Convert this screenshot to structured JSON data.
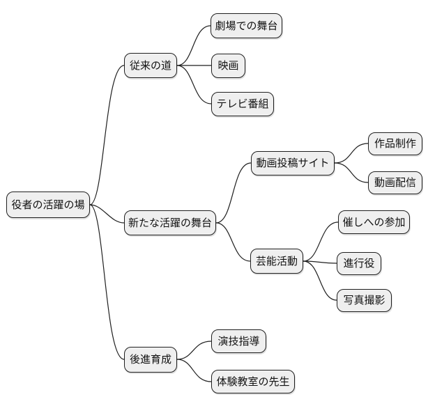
{
  "diagram": {
    "type": "mindmap",
    "orientation": "left-to-right"
  },
  "colors": {
    "background": "#ffffff",
    "node_fill": "#efefef",
    "node_border": "#1f1f1f",
    "edge": "#1f1f1f",
    "text": "#111111"
  },
  "mindmap": {
    "root": {
      "label": "役者の活躍の場"
    },
    "branches": [
      {
        "label": "従来の道",
        "children": [
          {
            "label": "劇場での舞台"
          },
          {
            "label": "映画"
          },
          {
            "label": "テレビ番組"
          }
        ]
      },
      {
        "label": "新たな活躍の舞台",
        "children": [
          {
            "label": "動画投稿サイト",
            "children": [
              {
                "label": "作品制作"
              },
              {
                "label": "動画配信"
              }
            ]
          },
          {
            "label": "芸能活動",
            "children": [
              {
                "label": "催しへの参加"
              },
              {
                "label": "進行役"
              },
              {
                "label": "写真撮影"
              }
            ]
          }
        ]
      },
      {
        "label": "後進育成",
        "children": [
          {
            "label": "演技指導"
          },
          {
            "label": "体験教室の先生"
          }
        ]
      }
    ]
  }
}
